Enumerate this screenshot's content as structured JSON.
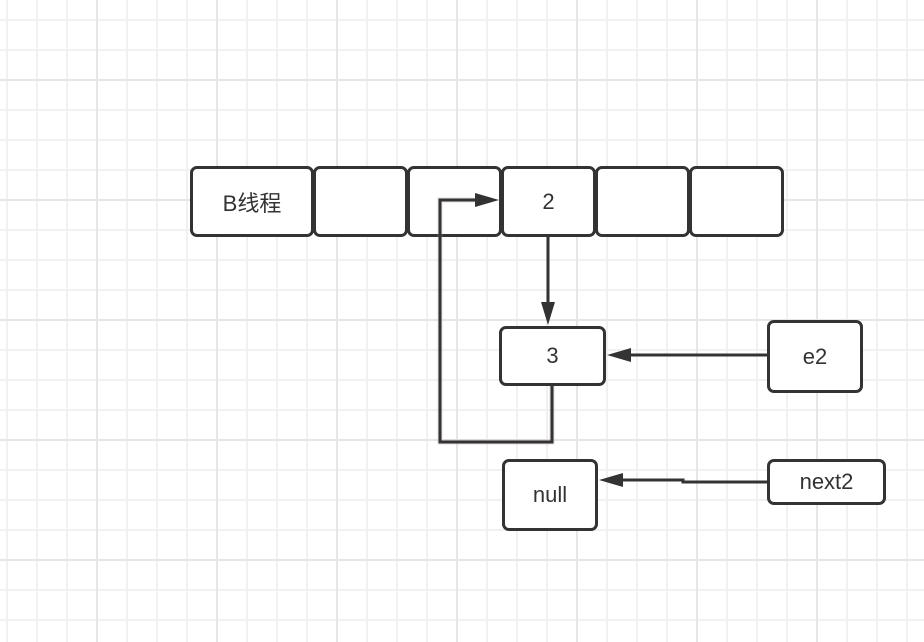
{
  "diagram": {
    "type": "linked-list-hash-bucket",
    "colors": {
      "stroke": "#333333",
      "loop_stroke": "#3a2a2a",
      "grid_minor": "#f1f1f1",
      "grid_major": "#e6e6e6",
      "background": "#ffffff"
    },
    "array": {
      "cells": [
        {
          "id": "cell-0",
          "label": "B线程"
        },
        {
          "id": "cell-1",
          "label": ""
        },
        {
          "id": "cell-2",
          "label": ""
        },
        {
          "id": "cell-3",
          "label": "2"
        },
        {
          "id": "cell-4",
          "label": ""
        },
        {
          "id": "cell-5",
          "label": ""
        }
      ]
    },
    "nodes": [
      {
        "id": "node-3",
        "label": "3"
      },
      {
        "id": "node-null",
        "label": "null"
      },
      {
        "id": "node-e2",
        "label": "e2"
      },
      {
        "id": "node-next2",
        "label": "next2"
      }
    ],
    "edges": [
      {
        "id": "edge-2-to-3",
        "from": "cell-3",
        "to": "node-3"
      },
      {
        "id": "edge-e2-to-3",
        "from": "node-e2",
        "to": "node-3"
      },
      {
        "id": "edge-next2-to-null",
        "from": "node-next2",
        "to": "node-null"
      },
      {
        "id": "edge-3-loop-to-2",
        "from": "node-3",
        "to": "cell-3"
      }
    ]
  }
}
